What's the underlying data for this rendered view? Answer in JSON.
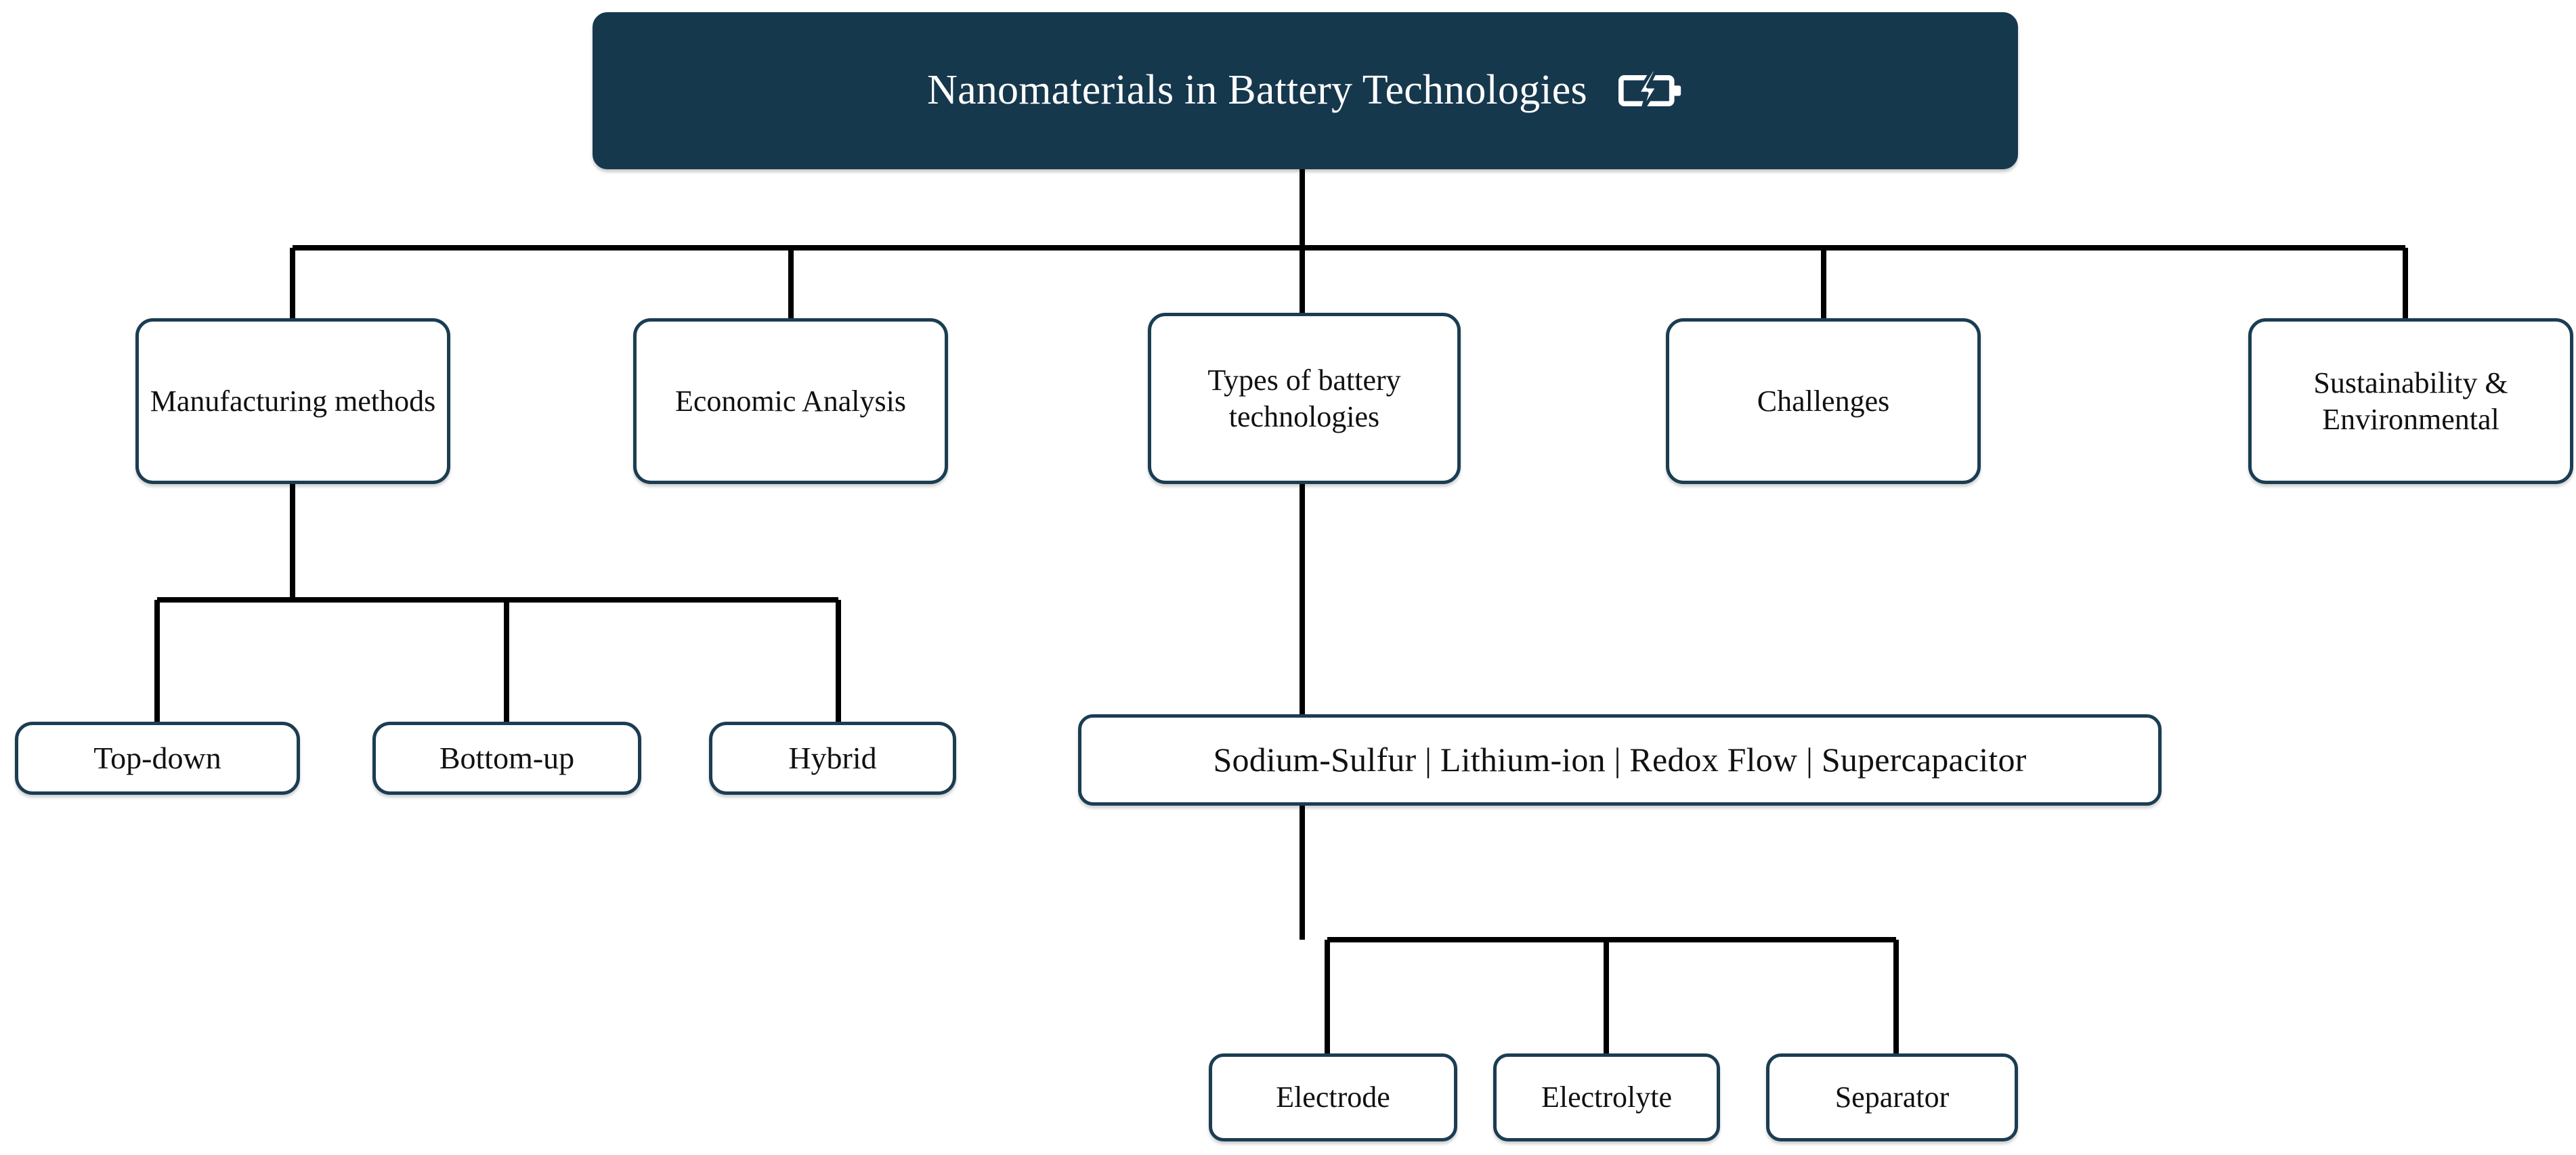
{
  "diagram": {
    "type": "hierarchy-tree",
    "title": "Nanomaterials in Battery Technologies",
    "colors": {
      "root_fill": "#16384d",
      "root_text": "#ffffff",
      "node_border": "#1b3d52",
      "node_fill": "#ffffff",
      "node_text": "#111111",
      "connector": "#000000",
      "background": "#ffffff"
    },
    "root": {
      "label": "Nanomaterials in Battery Technologies",
      "icon": "battery-charging-icon"
    },
    "branches": [
      {
        "label": "Manufacturing methods"
      },
      {
        "label": "Economic Analysis"
      },
      {
        "label": "Types of battery technologies"
      },
      {
        "label": "Challenges"
      },
      {
        "label": "Sustainability & Environmental"
      }
    ],
    "manufacturing_children": [
      {
        "label": "Top-down"
      },
      {
        "label": "Bottom-up"
      },
      {
        "label": "Hybrid"
      }
    ],
    "battery_types": {
      "label": "Sodium-Sulfur | Lithium-ion | Redox Flow | Supercapacitor",
      "items": [
        "Sodium-Sulfur",
        "Lithium-ion",
        "Redox Flow",
        "Supercapacitor"
      ],
      "separator": "|"
    },
    "battery_components": [
      {
        "label": "Electrode"
      },
      {
        "label": "Electrolyte"
      },
      {
        "label": "Separator"
      }
    ]
  }
}
